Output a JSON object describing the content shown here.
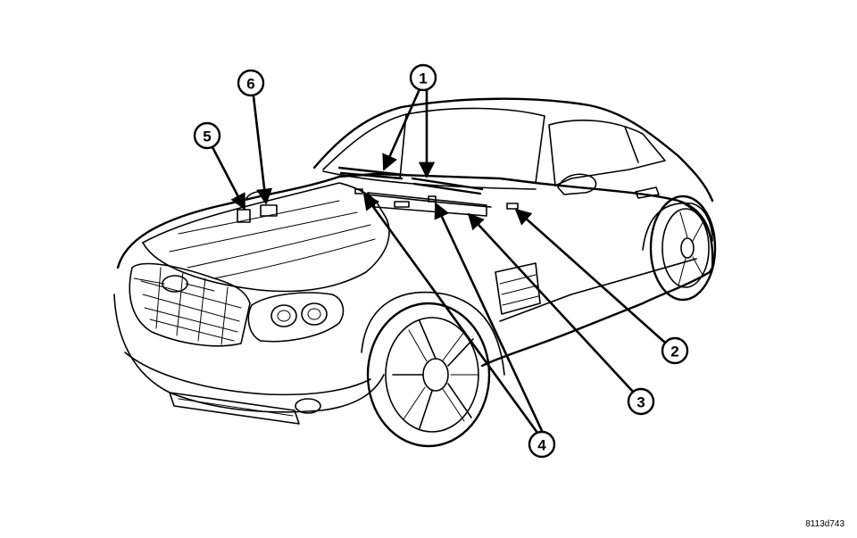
{
  "figure": {
    "code": "8113d743"
  },
  "callouts": [
    {
      "id": "callout-1",
      "label": "1"
    },
    {
      "id": "callout-2",
      "label": "2"
    },
    {
      "id": "callout-3",
      "label": "3"
    },
    {
      "id": "callout-4",
      "label": "4"
    },
    {
      "id": "callout-5",
      "label": "5"
    },
    {
      "id": "callout-6",
      "label": "6"
    }
  ]
}
